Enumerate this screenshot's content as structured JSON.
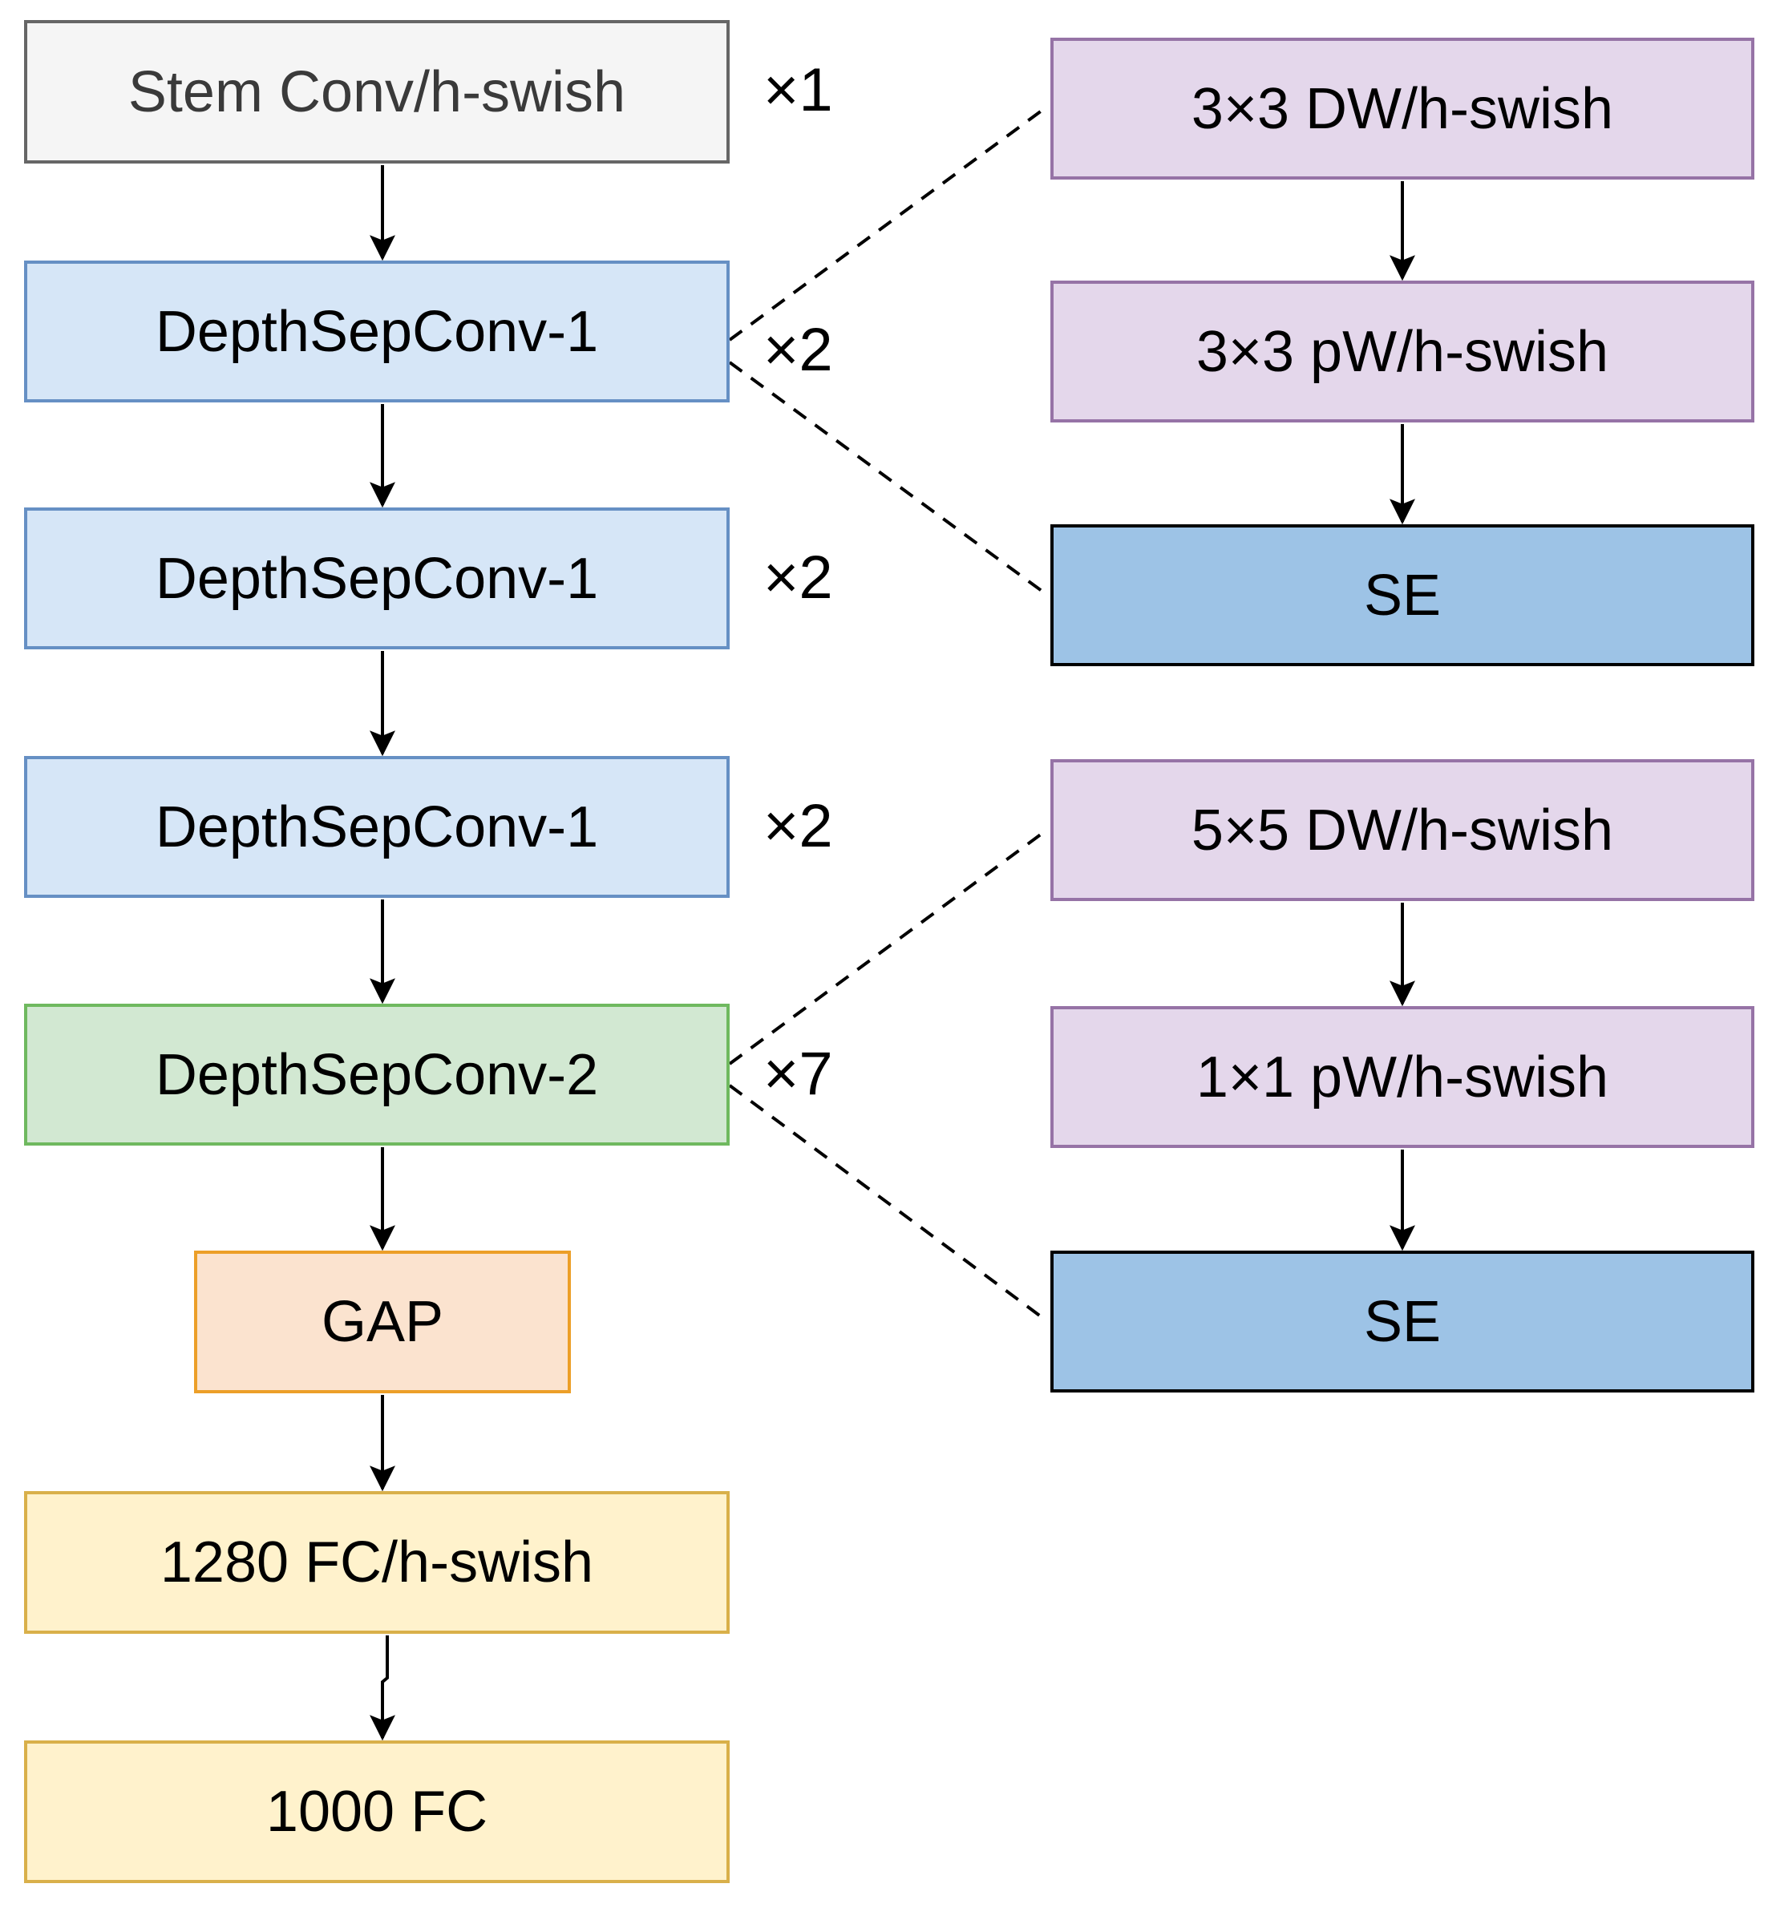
{
  "diagram": {
    "left_column": {
      "stem": {
        "label": "Stem Conv/h-swish",
        "repeat": "×1"
      },
      "dsc1a": {
        "label": "DepthSepConv-1",
        "repeat": "×2"
      },
      "dsc1b": {
        "label": "DepthSepConv-1",
        "repeat": "×2"
      },
      "dsc1c": {
        "label": "DepthSepConv-1",
        "repeat": "×2"
      },
      "dsc2": {
        "label": "DepthSepConv-2",
        "repeat": "×7"
      },
      "gap": {
        "label": "GAP"
      },
      "fc1280": {
        "label": "1280 FC/h-swish"
      },
      "fc1000": {
        "label": "1000 FC"
      }
    },
    "block1_detail": {
      "dw": {
        "label": "3×3 DW/h-swish"
      },
      "pw": {
        "label": "3×3 pW/h-swish"
      },
      "se": {
        "label": "SE"
      }
    },
    "block2_detail": {
      "dw": {
        "label": "5×5 DW/h-swish"
      },
      "pw": {
        "label": "1×1 pW/h-swish"
      },
      "se": {
        "label": "SE"
      }
    },
    "colors": {
      "stem_fill": "#F5F5F5",
      "stem_border": "#666666",
      "blue_fill": "#D6E6F7",
      "blue_border": "#6690C4",
      "green_fill": "#D2E8D2",
      "green_border": "#6FB95F",
      "orange_fill": "#FBE3CF",
      "orange_border": "#EC9F28",
      "yellow_fill": "#FFF2CC",
      "yellow_border": "#D9B04A",
      "purple_fill": "#E4D7EB",
      "purple_border": "#9673A6",
      "se_fill": "#9DC3E6",
      "se_border": "#000000",
      "arrow": "#000000"
    }
  }
}
